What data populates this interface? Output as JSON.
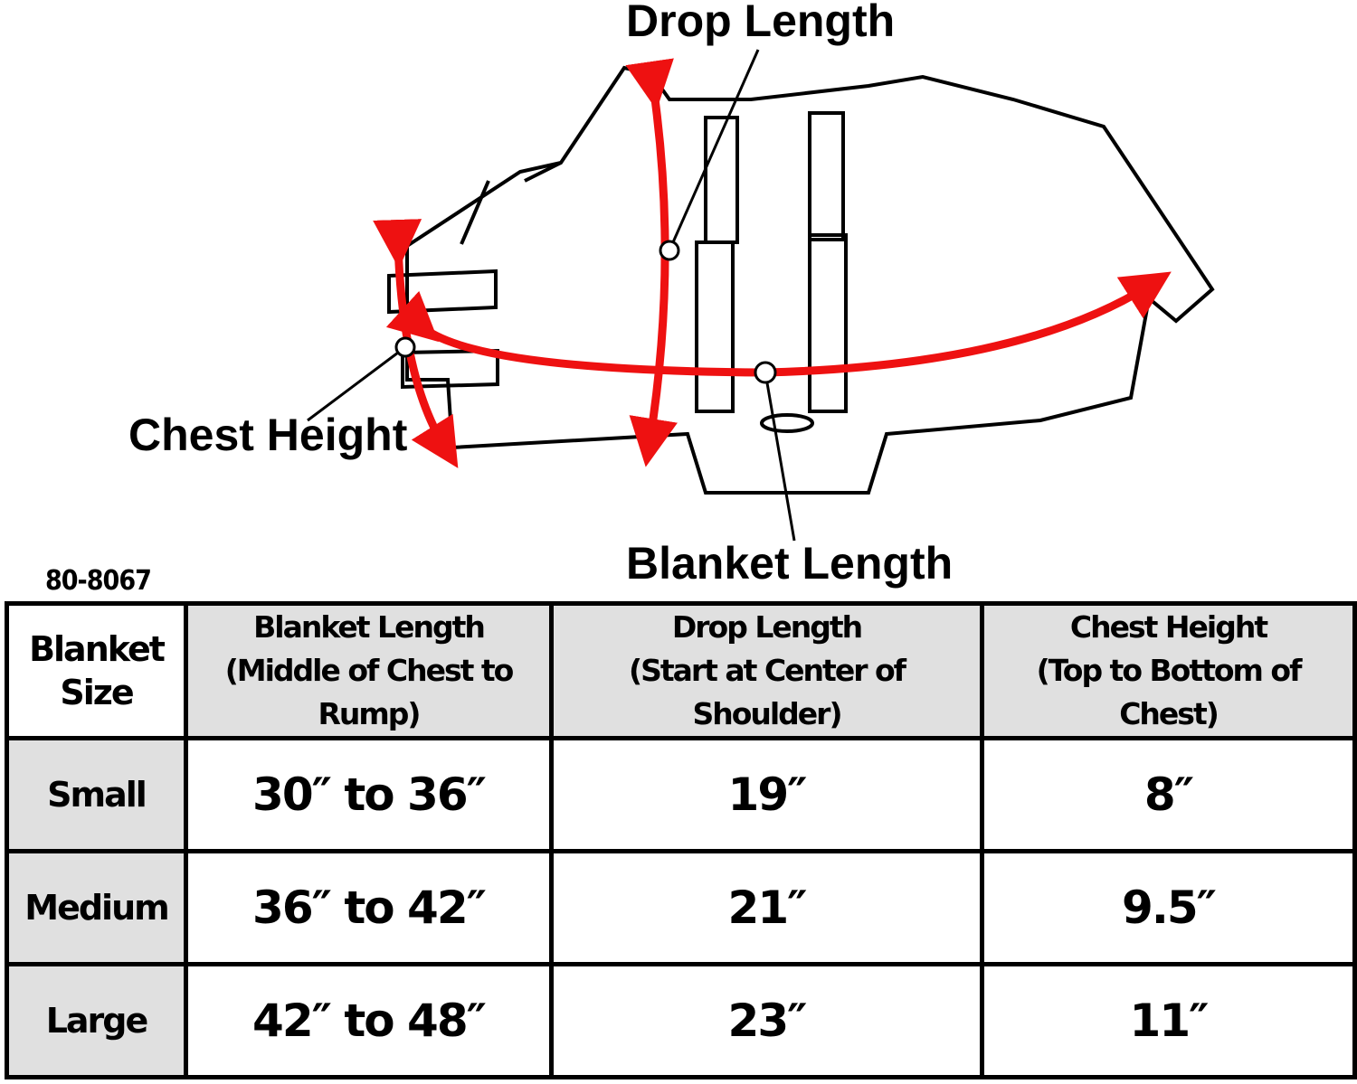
{
  "diagram": {
    "labels": {
      "drop_length": "Drop Length",
      "chest_height": "Chest Height",
      "blanket_length": "Blanket Length"
    },
    "arrow_color": "#ee1111"
  },
  "product_code": "80-8067",
  "table": {
    "headers": [
      {
        "line1": "Blanket",
        "line2": "Size"
      },
      {
        "line1": "Blanket Length",
        "line2": "(Middle of Chest to Rump)"
      },
      {
        "line1": "Drop Length",
        "line2": "(Start at Center of Shoulder)"
      },
      {
        "line1": "Chest Height",
        "line2": "(Top to Bottom of Chest)"
      }
    ],
    "rows": [
      {
        "size": "Small",
        "blanket_length": "30″ to 36″",
        "drop_length": "19″",
        "chest_height": "8″"
      },
      {
        "size": "Medium",
        "blanket_length": "36″ to 42″",
        "drop_length": "21″",
        "chest_height": "9.5″"
      },
      {
        "size": "Large",
        "blanket_length": "42″ to 48″",
        "drop_length": "23″",
        "chest_height": "11″"
      }
    ]
  }
}
